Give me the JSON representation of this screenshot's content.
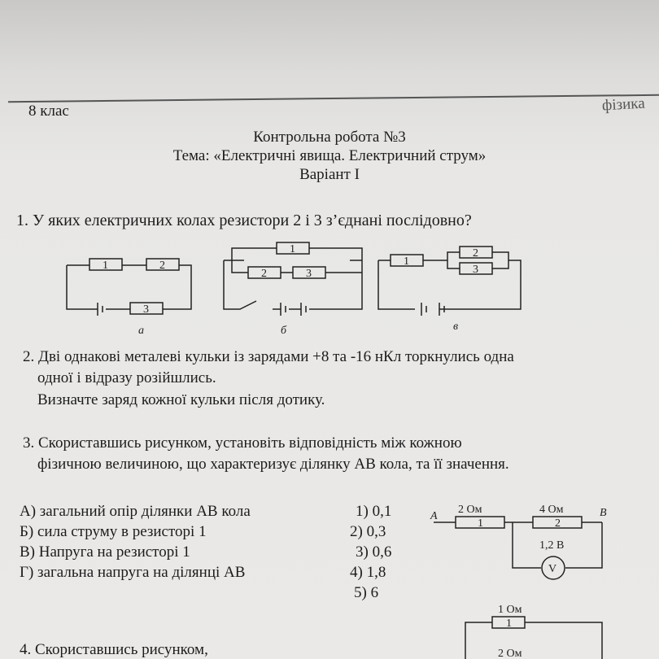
{
  "header": {
    "grade": "8 клас",
    "subject": "фізика"
  },
  "title": {
    "line1": "Контрольна робота №3",
    "line2": "Тема: «Електричні явища. Електричний струм»",
    "line3": "Варіант I"
  },
  "q1": {
    "text": "1. У яких електричних колах резистори 2 і 3 з’єднані послідовно?",
    "labels": [
      "а",
      "б",
      "в"
    ],
    "resistors": [
      "1",
      "2",
      "3"
    ]
  },
  "q2": {
    "line1": "2. Дві однакові металеві кульки із зарядами +8 та -16 нКл торкнулись одна",
    "line2": "одної і відразу розійшлись.",
    "line3": "Визначте заряд кожної кульки після дотику."
  },
  "q3": {
    "line1": "3. Скориставшись рисунком, установіть відповідність між кожною",
    "line2": "фізичною величиною, що характеризує ділянку АВ кола, та її значення.",
    "items": [
      "А) загальний опір ділянки АВ кола",
      "Б) сила струму в резисторі 1",
      "В) Напруга на резисторі 1",
      "Г) загальна напруга на ділянці АВ"
    ],
    "options": [
      "1) 0,1",
      "2) 0,3",
      "3) 0,6",
      "4) 1,8",
      "5) 6"
    ],
    "circuit": {
      "a": "A",
      "b": "B",
      "r1": "2 Ом",
      "r2": "4 Ом",
      "n1": "1",
      "n2": "2",
      "volt": "1,2 В",
      "meter": "V"
    }
  },
  "q4": {
    "text": "4. Скориставшись рисунком,",
    "r1": "1 Ом",
    "n1": "1",
    "r2": "2 Ом"
  }
}
